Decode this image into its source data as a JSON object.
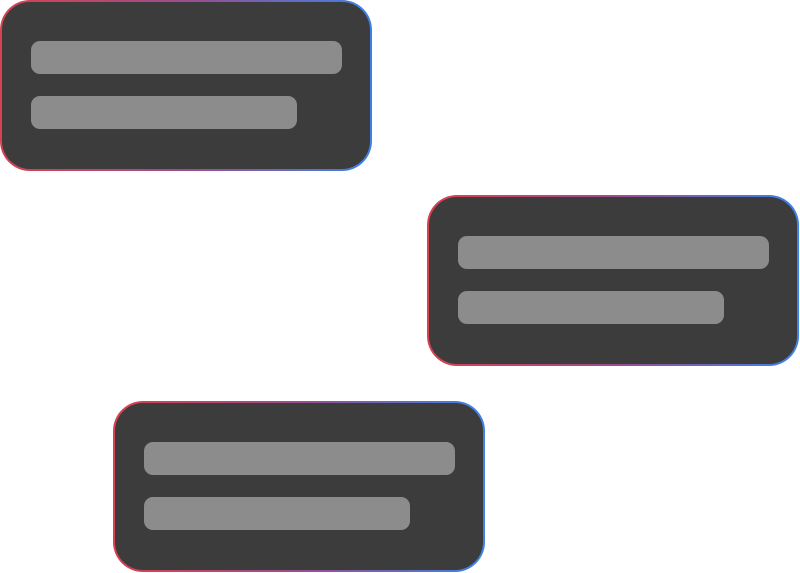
{
  "theme": {
    "card_fill": "#3c3c3c",
    "placeholder_bar": "#8c8c8c",
    "border_gradient_start": "#d9414f",
    "border_gradient_end": "#3c82e6",
    "background": "#ffffff"
  },
  "cards": [
    {
      "lines": 2
    },
    {
      "lines": 2
    },
    {
      "lines": 2
    }
  ]
}
